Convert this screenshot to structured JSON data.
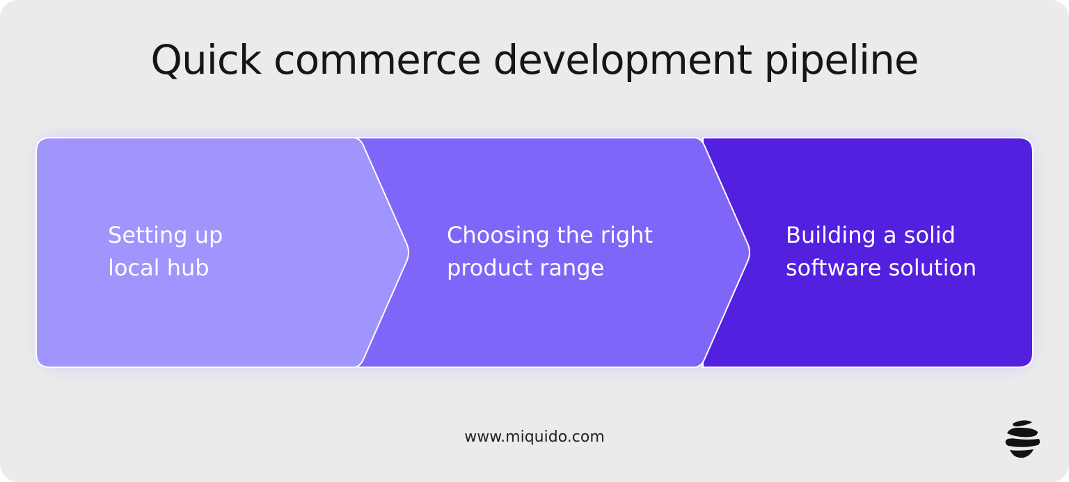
{
  "title": "Quick commerce development pipeline",
  "steps": [
    {
      "line1": "Setting up",
      "line2": "local hub",
      "color": "#a094fd"
    },
    {
      "line1": "Choosing the right",
      "line2": "product range",
      "color": "#8066f8"
    },
    {
      "line1": "Building a solid",
      "line2": "software solution",
      "color": "#5320e0"
    }
  ],
  "footer": {
    "url": "www.miquido.com"
  },
  "colors": {
    "background": "#ebebeb",
    "title": "#161616",
    "glow": "#b9a8ff"
  },
  "logo": {
    "icon": "miquido-logo-icon"
  }
}
